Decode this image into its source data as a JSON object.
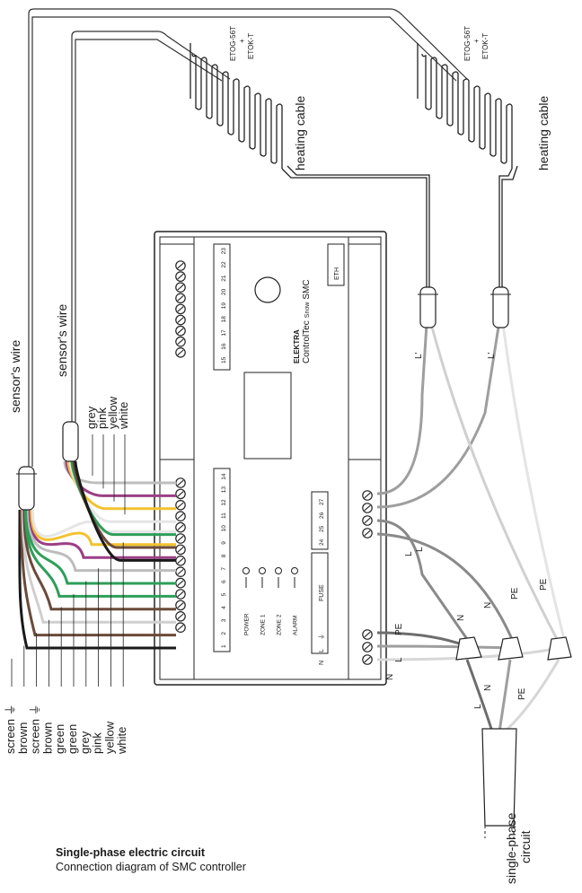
{
  "caption": {
    "title": "Single-phase electric circuit",
    "subtitle": "Connection diagram of SMC controller"
  },
  "sensor_wires": [
    "sensor's wire",
    "sensor's wire"
  ],
  "heating": {
    "cable_label": "heating cable",
    "elements": [
      "ETOG-56T",
      "+",
      "ETOK-T"
    ]
  },
  "wire_colors_left": [
    "screen ⏚",
    "brown",
    "screen ⏚",
    "brown",
    "green",
    "green",
    "grey",
    "pink",
    "yellow",
    "white"
  ],
  "wire_colors_top": [
    "grey",
    "pink",
    "yellow",
    "white"
  ],
  "supply_label": [
    "single-phase",
    "circuit"
  ],
  "conductors": {
    "L": "L",
    "N": "N",
    "PE": "PE",
    "Lprime": "L'"
  },
  "controller": {
    "brand": "ELEKTRA",
    "product": "ControlTec",
    "product_badge": "Snow",
    "model": "SMC",
    "eth": "ETH",
    "fuse": "FUSE",
    "leds": [
      "POWER",
      "ZONE 1",
      "ZONE 2",
      "ALARM"
    ],
    "terminal_rows": {
      "top": [
        "15",
        "16",
        "17",
        "18",
        "19",
        "20",
        "21",
        "22",
        "23"
      ],
      "middle": [
        "1",
        "2",
        "3",
        "4",
        "5",
        "6",
        "7",
        "8",
        "9",
        "10",
        "11",
        "12",
        "13",
        "14"
      ],
      "right": [
        "24",
        "25",
        "26",
        "27"
      ],
      "power": [
        "N",
        "L",
        "⏚"
      ]
    }
  },
  "colors": {
    "brown": "#6b4a3a",
    "green": "#2e9e5a",
    "grey": "#bdbdbd",
    "pink": "#9b3f86",
    "yellow": "#f2c230",
    "white": "#e6e6e6",
    "black": "#1a1a1a"
  }
}
